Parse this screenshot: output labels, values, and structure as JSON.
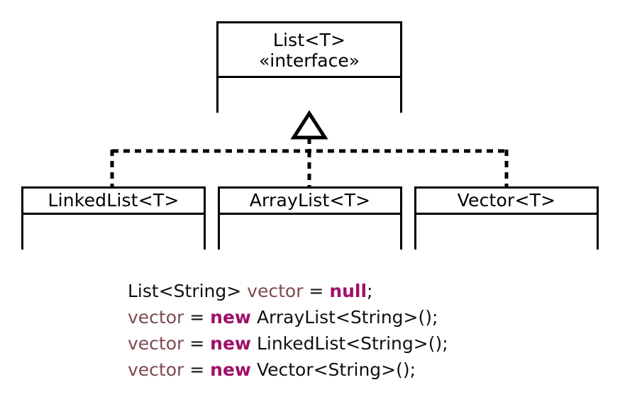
{
  "diagram": {
    "title": "List<T> interface realization hierarchy",
    "type": "uml-class-diagram",
    "background_color": "#ffffff",
    "stroke_color": "#000000"
  },
  "interface_box": {
    "name": "List<T>",
    "stereotype": "«interface»",
    "attributes": "",
    "operations": ""
  },
  "subclasses": [
    {
      "name": "LinkedList<T>",
      "attributes": "",
      "operations": ""
    },
    {
      "name": "ArrayList<T>",
      "attributes": "",
      "operations": ""
    },
    {
      "name": "Vector<T>",
      "attributes": "",
      "operations": ""
    }
  ],
  "relationship": {
    "kind": "realization",
    "line_style": "dashed",
    "arrowhead": "hollow-triangle",
    "target": "List<T>",
    "sources": [
      "LinkedList<T>",
      "ArrayList<T>",
      "Vector<T>"
    ]
  },
  "code": {
    "language": "java",
    "colors": {
      "plain": "#111111",
      "variable": "#7d4a4f",
      "keyword": "#9e1069"
    },
    "lines": [
      {
        "text": "List<String> vector = null;",
        "tokens": [
          {
            "t": "List<String>",
            "k": "plain"
          },
          {
            "t": " ",
            "k": "plain"
          },
          {
            "t": "vector",
            "k": "var"
          },
          {
            "t": " = ",
            "k": "plain"
          },
          {
            "t": "null",
            "k": "kw"
          },
          {
            "t": ";",
            "k": "punct"
          }
        ]
      },
      {
        "text": "vector = new ArrayList<String>();",
        "tokens": [
          {
            "t": "vector",
            "k": "var"
          },
          {
            "t": " = ",
            "k": "plain"
          },
          {
            "t": "new",
            "k": "kw"
          },
          {
            "t": " ArrayList<String>();",
            "k": "plain"
          }
        ]
      },
      {
        "text": "vector = new LinkedList<String>();",
        "tokens": [
          {
            "t": "vector",
            "k": "var"
          },
          {
            "t": " = ",
            "k": "plain"
          },
          {
            "t": "new",
            "k": "kw"
          },
          {
            "t": " LinkedList<String>();",
            "k": "plain"
          }
        ]
      },
      {
        "text": "vector = new Vector<String>();",
        "tokens": [
          {
            "t": "vector",
            "k": "var"
          },
          {
            "t": " = ",
            "k": "plain"
          },
          {
            "t": "new",
            "k": "kw"
          },
          {
            "t": " Vector<String>();",
            "k": "plain"
          }
        ]
      }
    ]
  }
}
